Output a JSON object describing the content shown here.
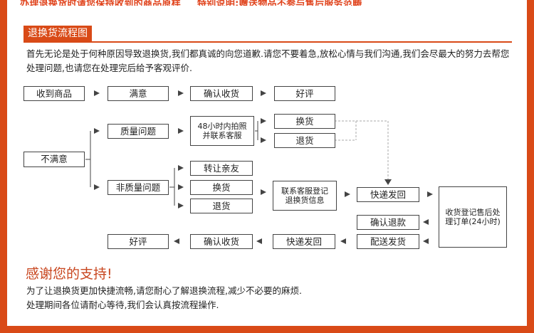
{
  "top_note": {
    "left": "办理退换货时请您保持收到的商品原样",
    "right": "特别说明:赠送物品不参与售后服务范畴"
  },
  "section_title": "退换货流程图",
  "intro": "首先无论是处于何种原因导致退换货,我们都真诚的向您道歉.请您不要着急,放松心情与我们沟通,我们会尽最大的努力去帮您处理问题,也请您在处理完后给予客观评价.",
  "nodes": {
    "received": "收到商品",
    "satisfied": "满意",
    "confirm_receipt_top": "确认收货",
    "good_review_top": "好评",
    "quality_issue": "质量问题",
    "photo_contact": "48小时内拍照并联系客服",
    "exchange_quality": "换货",
    "return_quality": "退货",
    "unsatisfied": "不满意",
    "non_quality_issue": "非质量问题",
    "transfer_friend": "转让亲友",
    "exchange_non_quality": "换货",
    "return_non_quality": "退货",
    "cs_register": "联系客服登记退换货信息",
    "express_return_right": "快递发回",
    "receipt_register": "收货登记售后处理订单(24小时)",
    "confirm_refund": "确认退款",
    "ship_out": "配送发货",
    "express_return_bottom": "快递发回",
    "confirm_receipt_bottom": "确认收货",
    "good_review_bottom": "好评"
  },
  "thanks": {
    "title": "感谢您的支持!",
    "line1": "为了让退换货更加快捷流畅,请您耐心了解退换流程,减少不必要的麻烦.",
    "line2": "处理期间各位请耐心等待,我们会认真按流程操作."
  },
  "colors": {
    "accent": "#d94a17",
    "line": "#444444",
    "dashed": "#aaaaaa"
  }
}
